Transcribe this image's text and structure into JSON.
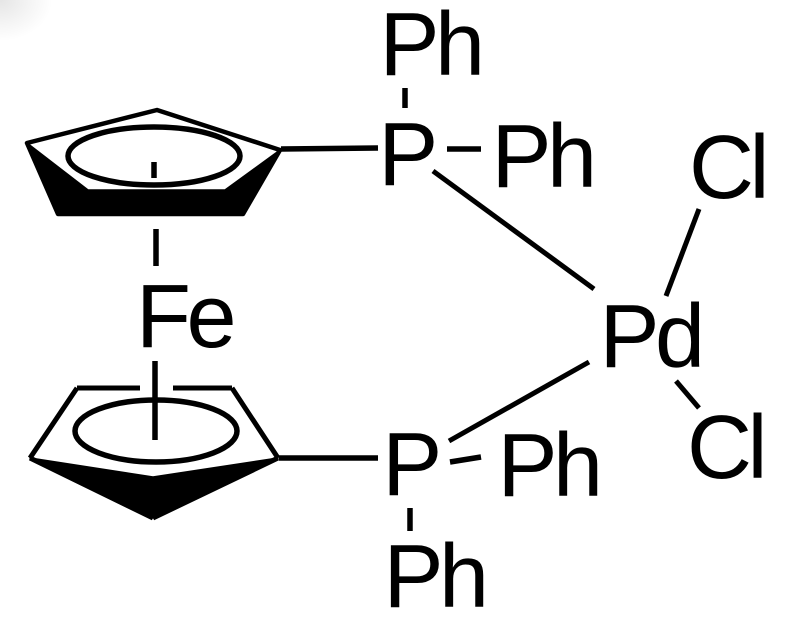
{
  "molecule": {
    "atoms": {
      "fe": "Fe",
      "pd": "Pd",
      "p_upper": "P",
      "p_lower": "P",
      "cl_upper": "Cl",
      "cl_lower": "Cl",
      "ph_upper_apical": "Ph",
      "ph_upper_equatorial": "Ph",
      "ph_lower_equatorial": "Ph",
      "ph_lower_apical": "Ph"
    },
    "bonds": [
      "Cp(upper)-P(upper)",
      "P(upper)-Ph(apical)",
      "P(upper)-Ph(equatorial)",
      "P(upper)-Pd",
      "Cp(upper)-Fe",
      "Fe-Cp(lower)",
      "Cp(lower)-P(lower)",
      "P(lower)-Ph(equatorial)",
      "P(lower)-Ph(apical)",
      "P(lower)-Pd",
      "Pd-Cl(upper)",
      "Pd-Cl(lower)"
    ],
    "colors": {
      "ink": "#000000",
      "background": "#ffffff"
    }
  }
}
